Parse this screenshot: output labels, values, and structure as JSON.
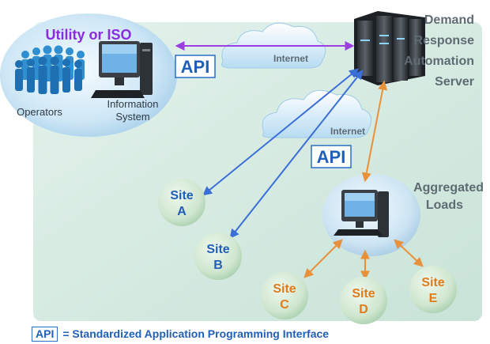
{
  "utility_group": {
    "title": "Utility or ISO",
    "operators_label": "Operators",
    "system_label_line1": "Information",
    "system_label_line2": "System"
  },
  "server": {
    "label_line1": "Demand",
    "label_line2": "Response",
    "label_line3": "Automation",
    "label_line4": "Server"
  },
  "internet": {
    "top_label": "Internet",
    "bottom_label": "Internet"
  },
  "api": {
    "top_label": "API",
    "mid_label": "API"
  },
  "aggregated": {
    "label_line1": "Aggregated",
    "label_line2": "Loads"
  },
  "sites": {
    "a": {
      "line1": "Site",
      "line2": "A"
    },
    "b": {
      "line1": "Site",
      "line2": "B"
    },
    "c": {
      "line1": "Site",
      "line2": "C"
    },
    "d": {
      "line1": "Site",
      "line2": "D"
    },
    "e": {
      "line1": "Site",
      "line2": "E"
    }
  },
  "legend": {
    "api": "API",
    "text": "= Standardized Application Programming Interface"
  },
  "colors": {
    "blue_text": "#1f5fb8",
    "orange_text": "#e07b1a",
    "purple": "#8a2be2",
    "arrow_blue": "#3a6fd8",
    "arrow_orange": "#e8913a",
    "label_gray": "#5f6b73"
  }
}
